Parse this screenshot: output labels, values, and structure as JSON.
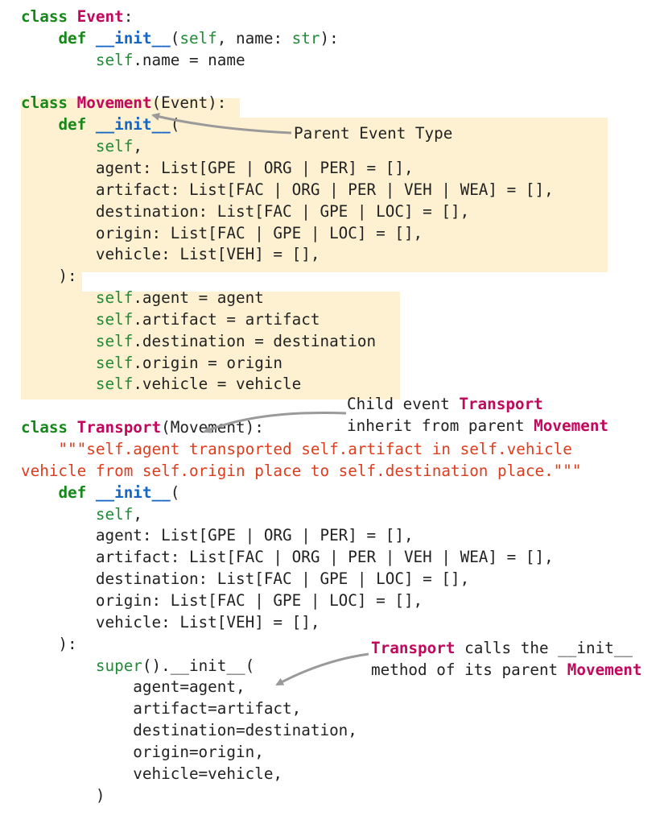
{
  "highlight_color": "#fdf1d1",
  "colors": {
    "keyword": "#16881a",
    "class_name": "#c0085c",
    "function_name": "#1666c5",
    "self_builtin": "#208a36",
    "string": "#dc3d1e",
    "text": "#222222",
    "arrow": "#9a9a9a"
  },
  "code_lines": [
    [
      {
        "t": "class ",
        "c": "kw"
      },
      {
        "t": "Event",
        "c": "cls"
      },
      {
        "t": ":",
        "c": "plain"
      }
    ],
    [
      {
        "t": "    ",
        "c": "plain"
      },
      {
        "t": "def ",
        "c": "kw"
      },
      {
        "t": "__init__",
        "c": "fn"
      },
      {
        "t": "(",
        "c": "plain"
      },
      {
        "t": "self",
        "c": "self"
      },
      {
        "t": ", name: ",
        "c": "plain"
      },
      {
        "t": "str",
        "c": "self"
      },
      {
        "t": "):",
        "c": "plain"
      }
    ],
    [
      {
        "t": "        ",
        "c": "plain"
      },
      {
        "t": "self",
        "c": "self"
      },
      {
        "t": ".name = name",
        "c": "plain"
      }
    ],
    [],
    [
      {
        "t": "class ",
        "c": "kw"
      },
      {
        "t": "Movement",
        "c": "cls"
      },
      {
        "t": "(Event):",
        "c": "plain"
      }
    ],
    [
      {
        "t": "    ",
        "c": "plain"
      },
      {
        "t": "def ",
        "c": "kw"
      },
      {
        "t": "__init__",
        "c": "fn"
      },
      {
        "t": "(",
        "c": "plain"
      }
    ],
    [
      {
        "t": "        ",
        "c": "plain"
      },
      {
        "t": "self",
        "c": "self"
      },
      {
        "t": ",",
        "c": "plain"
      }
    ],
    [
      {
        "t": "        agent: List[GPE | ORG | PER] = [],",
        "c": "plain"
      }
    ],
    [
      {
        "t": "        artifact: List[FAC | ORG | PER | VEH | WEA] = [],",
        "c": "plain"
      }
    ],
    [
      {
        "t": "        destination: List[FAC | GPE | LOC] = [],",
        "c": "plain"
      }
    ],
    [
      {
        "t": "        origin: List[FAC | GPE | LOC] = [],",
        "c": "plain"
      }
    ],
    [
      {
        "t": "        vehicle: List[VEH] = [],",
        "c": "plain"
      }
    ],
    [
      {
        "t": "    ):",
        "c": "plain"
      }
    ],
    [
      {
        "t": "        ",
        "c": "plain"
      },
      {
        "t": "self",
        "c": "self"
      },
      {
        "t": ".agent = agent",
        "c": "plain"
      }
    ],
    [
      {
        "t": "        ",
        "c": "plain"
      },
      {
        "t": "self",
        "c": "self"
      },
      {
        "t": ".artifact = artifact",
        "c": "plain"
      }
    ],
    [
      {
        "t": "        ",
        "c": "plain"
      },
      {
        "t": "self",
        "c": "self"
      },
      {
        "t": ".destination = destination",
        "c": "plain"
      }
    ],
    [
      {
        "t": "        ",
        "c": "plain"
      },
      {
        "t": "self",
        "c": "self"
      },
      {
        "t": ".origin = origin",
        "c": "plain"
      }
    ],
    [
      {
        "t": "        ",
        "c": "plain"
      },
      {
        "t": "self",
        "c": "self"
      },
      {
        "t": ".vehicle = vehicle",
        "c": "plain"
      }
    ],
    [],
    [
      {
        "t": "class ",
        "c": "kw"
      },
      {
        "t": "Transport",
        "c": "cls"
      },
      {
        "t": "(Movement):",
        "c": "plain"
      }
    ],
    [
      {
        "t": "    \"\"\"self.agent transported self.artifact in self.vehicle",
        "c": "str"
      }
    ],
    [
      {
        "t": "vehicle from self.origin place to self.destination place.\"\"\"",
        "c": "str"
      }
    ],
    [
      {
        "t": "    ",
        "c": "plain"
      },
      {
        "t": "def ",
        "c": "kw"
      },
      {
        "t": "__init__",
        "c": "fn"
      },
      {
        "t": "(",
        "c": "plain"
      }
    ],
    [
      {
        "t": "        ",
        "c": "plain"
      },
      {
        "t": "self",
        "c": "self"
      },
      {
        "t": ",",
        "c": "plain"
      }
    ],
    [
      {
        "t": "        agent: List[GPE | ORG | PER] = [],",
        "c": "plain"
      }
    ],
    [
      {
        "t": "        artifact: List[FAC | ORG | PER | VEH | WEA] = [],",
        "c": "plain"
      }
    ],
    [
      {
        "t": "        destination: List[FAC | GPE | LOC] = [],",
        "c": "plain"
      }
    ],
    [
      {
        "t": "        origin: List[FAC | GPE | LOC] = [],",
        "c": "plain"
      }
    ],
    [
      {
        "t": "        vehicle: List[VEH] = [],",
        "c": "plain"
      }
    ],
    [
      {
        "t": "    ):",
        "c": "plain"
      }
    ],
    [
      {
        "t": "        ",
        "c": "plain"
      },
      {
        "t": "super",
        "c": "self"
      },
      {
        "t": "().__init__(",
        "c": "plain"
      }
    ],
    [
      {
        "t": "            agent=agent,",
        "c": "plain"
      }
    ],
    [
      {
        "t": "            artifact=artifact,",
        "c": "plain"
      }
    ],
    [
      {
        "t": "            destination=destination,",
        "c": "plain"
      }
    ],
    [
      {
        "t": "            origin=origin,",
        "c": "plain"
      }
    ],
    [
      {
        "t": "            vehicle=vehicle,",
        "c": "plain"
      }
    ],
    [
      {
        "t": "        )",
        "c": "plain"
      }
    ]
  ],
  "annotations": [
    {
      "id": "parent-event-type",
      "parts": [
        [
          {
            "t": "Parent Event Type",
            "c": "plain"
          }
        ]
      ]
    },
    {
      "id": "child-inherit",
      "parts": [
        [
          {
            "t": "Child event ",
            "c": "plain"
          },
          {
            "t": "Transport",
            "c": "bold-mag"
          }
        ],
        [
          {
            "t": "inherit from parent ",
            "c": "plain"
          },
          {
            "t": "Movement",
            "c": "bold-mag"
          }
        ]
      ]
    },
    {
      "id": "calls-init",
      "parts": [
        [
          {
            "t": "Transport",
            "c": "bold-mag"
          },
          {
            "t": " calls the __init__",
            "c": "plain"
          }
        ],
        [
          {
            "t": "method of its parent ",
            "c": "plain"
          },
          {
            "t": "Movement",
            "c": "bold-mag"
          }
        ]
      ]
    }
  ]
}
